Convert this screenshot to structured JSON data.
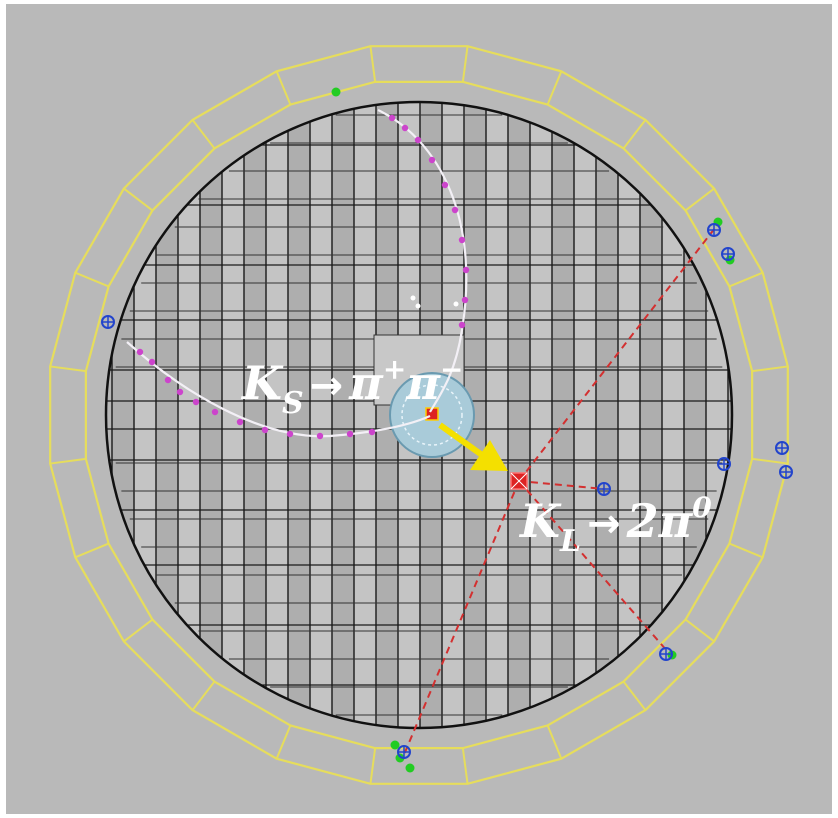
{
  "colors": {
    "background": "#b9b9b9",
    "calorimeter_barrel": "#e6dd5c",
    "drift_chamber_wires": "#1a1a1a",
    "ks_track": "#f3f0f6",
    "ks_hits": "#cc44cc",
    "kl_vertex": "#dd2222",
    "photon_lines": "#d33030",
    "yellow_arrow": "#f4e000",
    "cluster_green": "#22cc22",
    "cluster_blue": "#2244cc",
    "beam_pipe": "#a9cbd9",
    "label_text": "#ffffff"
  },
  "labels": {
    "ks": {
      "symbol": "K",
      "subscript": "S",
      "arrow": "→",
      "product": "π",
      "sup1": "+",
      "product2": "π",
      "sup2": "−"
    },
    "kl": {
      "symbol": "K",
      "subscript": "L",
      "arrow": "→",
      "product": "2π",
      "sup": "0"
    }
  }
}
